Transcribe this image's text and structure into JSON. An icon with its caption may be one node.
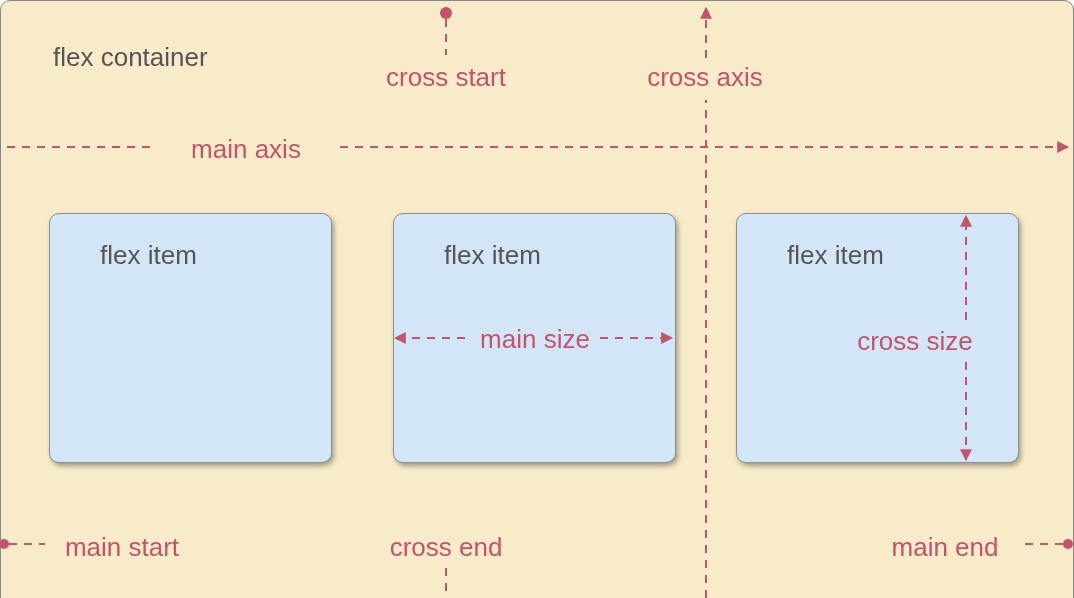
{
  "diagram": {
    "nodes": [
      {
        "text": [
          "flex container"
        ]
      },
      {
        "text": [
          "flex item"
        ],
        "in": 0
      },
      {
        "text": [
          "flex item"
        ],
        "in": 0
      },
      {
        "text": [
          "flex item"
        ],
        "in": 0
      }
    ],
    "labels": [
      "cross start",
      "cross axis",
      "main axis",
      "main size",
      "cross size",
      "main start",
      "cross end",
      "main end"
    ]
  }
}
